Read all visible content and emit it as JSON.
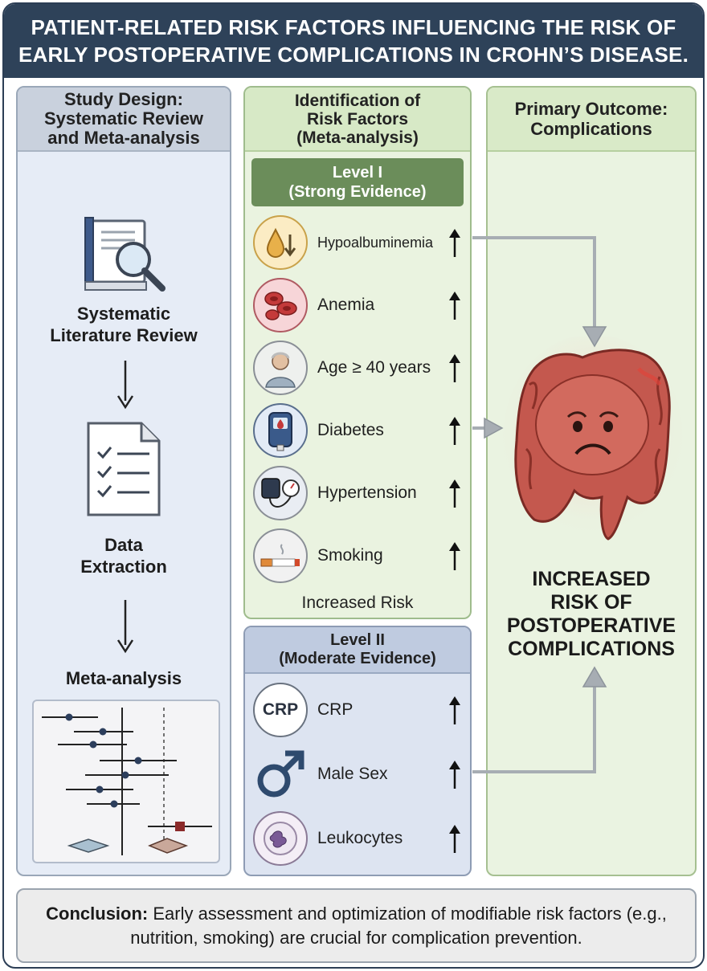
{
  "header": {
    "line1": "PATIENT-RELATED RISK FACTORS INFLUENCING THE RISK OF",
    "line2": "EARLY POSTOPERATIVE COMPLICATIONS IN CROHN’S DISEASE."
  },
  "study_design": {
    "title_line1": "Study Design:",
    "title_line2": "Systematic Review",
    "title_line3": "and Meta-analysis",
    "steps": [
      {
        "line1": "Systematic",
        "line2": "Literature Review",
        "icon": "book-magnifier-icon"
      },
      {
        "line1": "Data",
        "line2": "Extraction",
        "icon": "checklist-icon"
      },
      {
        "line1": "Meta-analysis",
        "line2": "",
        "icon": "forest-plot-icon"
      }
    ]
  },
  "identification": {
    "title_line1": "Identification of",
    "title_line2": "Risk Factors",
    "title_line3": "(Meta-analysis)",
    "level1": {
      "line1": "Level I",
      "line2": "(Strong Evidence)",
      "factors": [
        {
          "label": "Hypoalbuminemia",
          "icon": "albumin-drop-icon"
        },
        {
          "label": "Anemia",
          "icon": "red-blood-cell-icon"
        },
        {
          "label": "Age ≥ 40 years",
          "icon": "elderly-person-icon"
        },
        {
          "label": "Diabetes",
          "icon": "glucometer-icon"
        },
        {
          "label": "Hypertension",
          "icon": "blood-pressure-cuff-icon"
        },
        {
          "label": "Smoking",
          "icon": "cigarette-icon"
        }
      ],
      "footer": "Increased Risk"
    },
    "level2": {
      "line1": "Level II",
      "line2": "(Moderate Evidence)",
      "factors": [
        {
          "label": "CRP",
          "icon": "crp-badge-icon",
          "badge": "CRP"
        },
        {
          "label": "Male Sex",
          "icon": "male-symbol-icon"
        },
        {
          "label": "Leukocytes",
          "icon": "white-blood-cell-icon"
        }
      ]
    }
  },
  "outcome": {
    "title_line1": "Primary Outcome:",
    "title_line2": "Complications",
    "result_line1": "INCREASED",
    "result_line2": "RISK OF",
    "result_line3": "POSTOPERATIVE",
    "result_line4": "COMPLICATIONS",
    "icon": "sad-colon-icon"
  },
  "conclusion": {
    "label": "Conclusion:",
    "text": " Early assessment and optimization of modifiable risk factors (e.g., nutrition, smoking) are crucial for complication prevention."
  },
  "colors": {
    "header_bg": "#2e4259",
    "level1_bar": "#6b8d5a",
    "arrow_gray": "#a7adb3",
    "risk_marker": "#8b2a2a"
  }
}
